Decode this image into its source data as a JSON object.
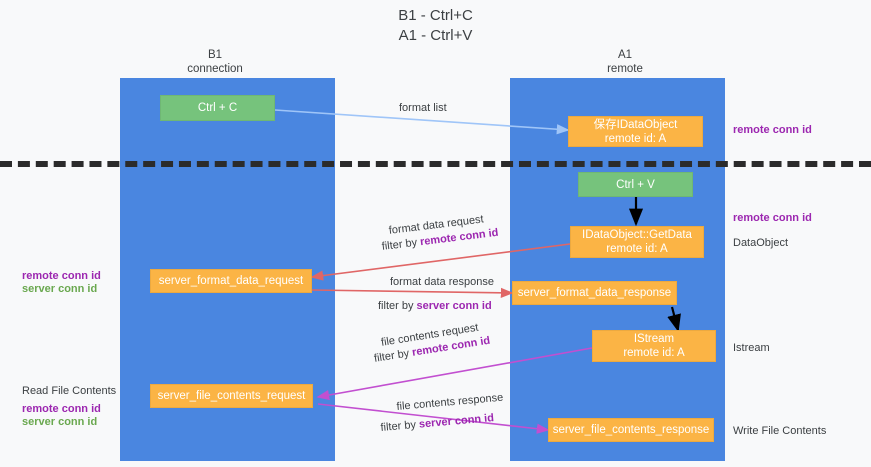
{
  "title": "B1 - Ctrl+C\nA1 - Ctrl+V",
  "columns": [
    {
      "name": "b1",
      "label": "B1\nconnection"
    },
    {
      "name": "a1",
      "label": "A1\nremote"
    }
  ],
  "boxes": [
    {
      "id": "ctrl-c",
      "label": "Ctrl + C",
      "color": "#76c37c"
    },
    {
      "id": "idataobject-remote",
      "label": "保存IDataObject\nremote id: A",
      "color": "#fbb445"
    },
    {
      "id": "ctrl-v",
      "label": "Ctrl + V",
      "color": "#76c37c"
    },
    {
      "id": "idataobject-getdata",
      "label": "IDataObject::GetData\nremote id: A",
      "color": "#fbb445"
    },
    {
      "id": "server-format-data-request",
      "label": "server_format_data_request",
      "color": "#fbb445"
    },
    {
      "id": "server-format-data-response",
      "label": "server_format_data_response",
      "color": "#fbb445"
    },
    {
      "id": "istream-remote",
      "label": "IStream\nremote id: A",
      "color": "#fbb445"
    },
    {
      "id": "server-file-contents-request",
      "label": "server_file_contents_request",
      "color": "#fbb445"
    },
    {
      "id": "server-file-contents-response",
      "label": "server_file_contents_response",
      "color": "#fbb445"
    }
  ],
  "edge_labels": {
    "format_list": "format list",
    "format_data_request": "format data request",
    "format_data_request_filter_prefix": "filter by ",
    "format_data_request_filter_key": "remote conn id",
    "format_data_response": "format data response",
    "format_data_response_filter_prefix": "filter by ",
    "format_data_response_filter_key": "server conn id",
    "file_contents_request": "file contents request",
    "file_contents_request_filter_prefix": "filter by ",
    "file_contents_request_filter_key": "remote conn id",
    "file_contents_response": "file contents response",
    "file_contents_response_filter_prefix": "filter by ",
    "file_contents_response_filter_key": "server conn id"
  },
  "annotations": {
    "right_remote_conn_id_top": "remote conn id",
    "right_remote_conn_id_mid": "remote conn id",
    "right_dataobject": "DataObject",
    "right_istream": "Istream",
    "right_write_file_contents": "Write File Contents",
    "left_remote_conn_id_1": "remote conn id",
    "left_server_conn_id_1": "server conn id",
    "left_read_file_contents": "Read File Contents",
    "left_remote_conn_id_2": "remote conn id",
    "left_server_conn_id_2": "server conn id"
  },
  "colors": {
    "lane": "#4a86e0",
    "orange": "#fbb445",
    "green": "#76c37c",
    "purple": "#9c27b0",
    "green_text": "#6aa84f",
    "arrow_blue": "#9fc5f8",
    "arrow_red": "#e06666",
    "arrow_magenta": "#c24fd0",
    "arrow_black": "#000000",
    "background": "#f8f9fa",
    "dashed": "#2b2b2b"
  }
}
